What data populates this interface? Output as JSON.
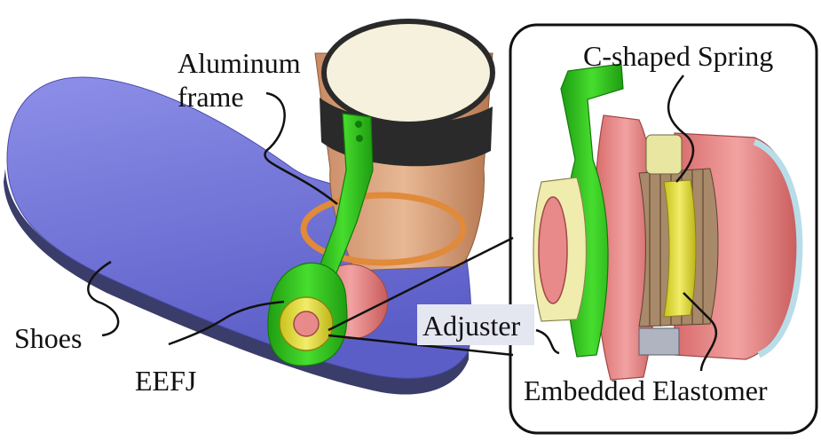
{
  "labels": {
    "aluminum_frame_line1": "Aluminum",
    "aluminum_frame_line2": "frame",
    "shoes": "Shoes",
    "eefj": "EEFJ",
    "c_shaped_spring": "C-shaped Spring",
    "adjuster": "Adjuster",
    "embedded_elastomer": "Embedded Elastomer"
  },
  "colors": {
    "shoe": "#7a7ce0",
    "shoe_shadow": "#3a3c6a",
    "frame_green": "#33cc22",
    "skin": "#d9a27a",
    "pink_part": "#e88a8a",
    "yellow_part": "#e6e04a",
    "cream_cap": "#f6f1dc",
    "wood_disk": "#a88a6a",
    "orange_ring": "#e08a3a"
  }
}
